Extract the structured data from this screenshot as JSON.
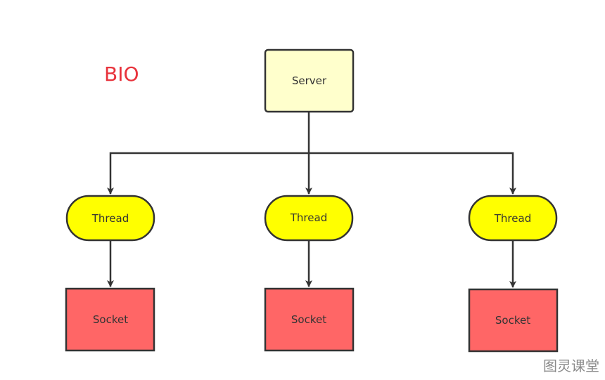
{
  "title": "BIO",
  "title_color": "#e8333c",
  "server": {
    "label": "Server",
    "fill": "#ffffcc"
  },
  "threads": [
    {
      "label": "Thread"
    },
    {
      "label": "Thread"
    },
    {
      "label": "Thread"
    }
  ],
  "thread_fill": "#ffff00",
  "sockets": [
    {
      "label": "Socket"
    },
    {
      "label": "Socket"
    },
    {
      "label": "Socket"
    }
  ],
  "socket_fill": "#ff6666",
  "stroke_color": "#333333",
  "watermark": "图灵课堂"
}
